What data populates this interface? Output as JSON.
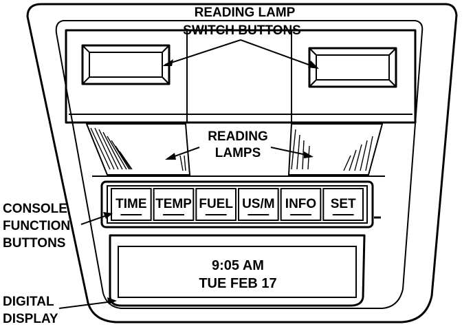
{
  "callouts": {
    "reading_lamp_switch_line1": "READING LAMP",
    "reading_lamp_switch_line2": "SWITCH BUTTONS",
    "reading_lamps_line1": "READING",
    "reading_lamps_line2": "LAMPS",
    "console_line1": "CONSOLE",
    "console_line2": "FUNCTION",
    "console_line3": "BUTTONS",
    "digital_line1": "DIGITAL",
    "digital_line2": "DISPLAY"
  },
  "function_buttons": [
    {
      "label": "TIME"
    },
    {
      "label": "TEMP"
    },
    {
      "label": "FUEL"
    },
    {
      "label": "US/M"
    },
    {
      "label": "INFO"
    },
    {
      "label": "SET"
    }
  ],
  "display": {
    "time": "9:05 AM",
    "date": "TUE FEB 17"
  }
}
